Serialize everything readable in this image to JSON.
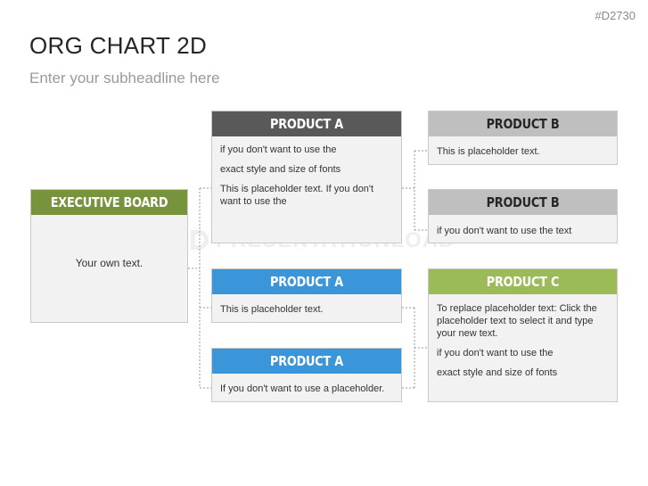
{
  "slide": {
    "code": "#D2730",
    "title": "ORG CHART 2D",
    "subtitle": "Enter your subheadline here",
    "watermark": "PRESENTATIONLOAD"
  },
  "colors": {
    "dark_header": "#595959",
    "grey_header": "#bfbfbf",
    "green_header": "#77933c",
    "light_green_header": "#9bbb59",
    "blue_header": "#3a96d8",
    "box_fill": "#f2f2f2"
  },
  "boxes": {
    "executive": {
      "title": "EXECUTIVE BOARD",
      "text": "Your own text."
    },
    "product_a_top": {
      "title": "PRODUCT A",
      "lines": [
        "if you don't want to use the",
        "exact style and size of fonts",
        "This is placeholder text. If you don't want to use the"
      ]
    },
    "product_a_mid": {
      "title": "PRODUCT A",
      "text": "This is placeholder text."
    },
    "product_a_bottom": {
      "title": "PRODUCT A",
      "text": "If you don't want to use a placeholder."
    },
    "product_b_top": {
      "title": "PRODUCT B",
      "text": "This is placeholder text."
    },
    "product_b_mid": {
      "title": "PRODUCT B",
      "text": "if you don't want to use the text"
    },
    "product_c": {
      "title": "PRODUCT C",
      "lines": [
        "To replace placeholder text: Click the placeholder text to select it and type your new text.",
        "if you don't want to use the",
        "exact style and size of fonts"
      ]
    }
  }
}
